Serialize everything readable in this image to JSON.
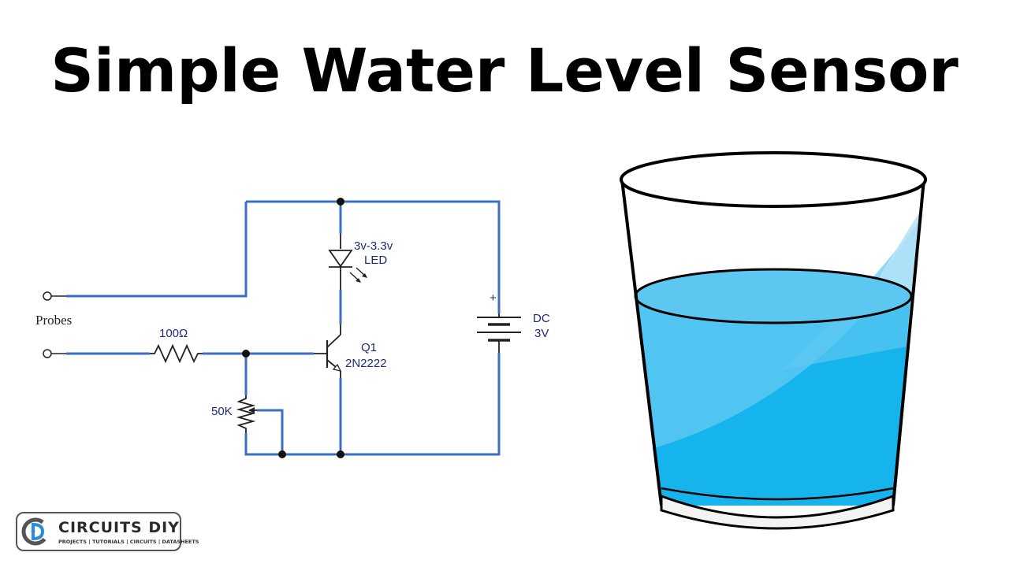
{
  "title": "Simple Water Level Sensor",
  "colors": {
    "wire": "#3b6fc4",
    "label": "#1f2a7a",
    "water": "#16b4ec",
    "water_top": "#5cc8f2"
  },
  "circuit": {
    "probes_label": "Probes",
    "resistor_label": "100Ω",
    "pot_label": "50K",
    "led_voltage_label": "3v-3.3v",
    "led_label": "LED",
    "transistor_name": "Q1",
    "transistor_model": "2N2222",
    "battery_plus": "+",
    "battery_type": "DC",
    "battery_voltage": "3V"
  },
  "logo": {
    "name": "CIRCUITS DIY",
    "tagline": "PROJECTS | TUTORIALS | CIRCUITS | DATASHEETS",
    "icon": "circuits-diy-logo-icon"
  }
}
